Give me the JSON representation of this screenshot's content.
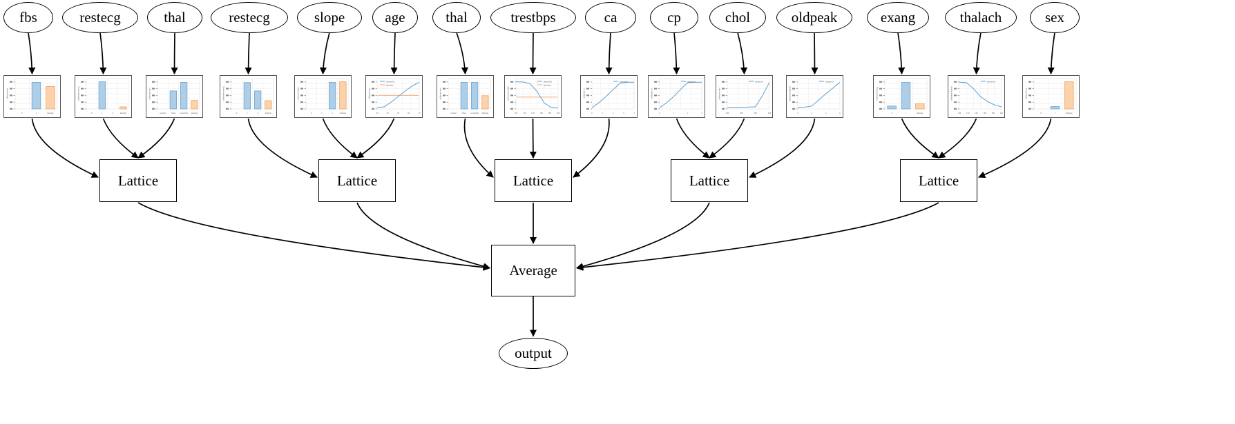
{
  "diagram": {
    "type": "calibrated-lattice-model-graph",
    "output_node": "output",
    "aggregate_node": "Average",
    "lattice_label": "Lattice",
    "lattice_count": 5,
    "legend_labels": {
      "observed": "observed",
      "missing": "missing"
    },
    "calibrator_y_axis_prefix": "calibrated",
    "features": [
      {
        "label": "fbs",
        "calibrator": {
          "kind": "bar",
          "ylabel": "calibrated fbs",
          "xticks": [
            "0",
            "1",
            "missing"
          ],
          "values": [
            0.0,
            0.93,
            0.78
          ],
          "colors": [
            "#9ec3e0",
            "#9ec3e0",
            "#f7c396"
          ]
        }
      },
      {
        "label": "restecg",
        "calibrator": {
          "kind": "bar",
          "ylabel": "calibrated restecg",
          "xticks": [
            "0",
            "1",
            "2",
            "missing"
          ],
          "values": [
            0.0,
            0.95,
            0.0,
            0.05
          ],
          "colors": [
            "#9ec3e0",
            "#9ec3e0",
            "#9ec3e0",
            "#f7c396"
          ]
        }
      },
      {
        "label": "thal",
        "calibrator": {
          "kind": "bar",
          "ylabel": "calibrated thal",
          "xticks": [
            "normal",
            "fixed",
            "reversible",
            "missing"
          ],
          "values": [
            0.0,
            0.62,
            0.93,
            0.28
          ],
          "colors": [
            "#9ec3e0",
            "#9ec3e0",
            "#9ec3e0",
            "#f7c396"
          ]
        }
      },
      {
        "label": "restecg",
        "calibrator": {
          "kind": "bar",
          "ylabel": "calibrated restecg",
          "xticks": [
            "0",
            "1",
            "2",
            "missing"
          ],
          "values": [
            0.0,
            0.92,
            0.62,
            0.27
          ],
          "colors": [
            "#9ec3e0",
            "#9ec3e0",
            "#9ec3e0",
            "#f7c396"
          ]
        }
      },
      {
        "label": "slope",
        "calibrator": {
          "kind": "bar",
          "ylabel": "calibrated slope",
          "xticks": [
            "0",
            "1",
            "2",
            "missing"
          ],
          "values": [
            0.0,
            0.0,
            0.93,
            0.95
          ],
          "colors": [
            "#9ec3e0",
            "#9ec3e0",
            "#9ec3e0",
            "#f7c396"
          ]
        }
      },
      {
        "label": "age",
        "calibrator": {
          "kind": "line",
          "ylabel": "calibrated age",
          "legend": [
            "observed",
            "missing"
          ],
          "xticks": [
            "30",
            "40",
            "50",
            "60",
            "70"
          ],
          "observed": [
            0.02,
            0.05,
            0.22,
            0.42,
            0.62,
            0.8,
            0.93
          ],
          "missing_level": 0.46
        }
      },
      {
        "label": "thal",
        "calibrator": {
          "kind": "bar",
          "ylabel": "calibrated thal",
          "xticks": [
            "normal",
            "fixed",
            "reversible",
            "missing"
          ],
          "values": [
            0.0,
            0.93,
            0.93,
            0.45
          ],
          "colors": [
            "#9ec3e0",
            "#9ec3e0",
            "#9ec3e0",
            "#f7c396"
          ]
        }
      },
      {
        "label": "trestbps",
        "calibrator": {
          "kind": "line",
          "ylabel": "calibrated trestbps",
          "legend": [
            "observed",
            "missing"
          ],
          "xticks": [
            "100",
            "120",
            "140",
            "160",
            "180",
            "200"
          ],
          "observed": [
            0.95,
            0.94,
            0.88,
            0.6,
            0.2,
            0.03,
            0.02
          ],
          "missing_level": 0.4
        }
      },
      {
        "label": "ca",
        "calibrator": {
          "kind": "line",
          "ylabel": "calibrated ca",
          "legend": [
            "observed"
          ],
          "xticks": [
            "0",
            "1",
            "2",
            "3",
            "4"
          ],
          "observed": [
            0.02,
            0.2,
            0.42,
            0.66,
            0.9,
            0.93,
            0.93
          ]
        }
      },
      {
        "label": "cp",
        "calibrator": {
          "kind": "line",
          "ylabel": "calibrated cp",
          "legend": [
            "observed"
          ],
          "xticks": [
            "0",
            "1",
            "2",
            "3"
          ],
          "observed": [
            0.02,
            0.2,
            0.42,
            0.68,
            0.92,
            0.93,
            0.93
          ]
        }
      },
      {
        "label": "chol",
        "calibrator": {
          "kind": "line",
          "ylabel": "calibrated chol",
          "legend": [
            "observed"
          ],
          "xticks": [
            "200",
            "300",
            "400",
            "500"
          ],
          "observed": [
            0.03,
            0.03,
            0.03,
            0.04,
            0.05,
            0.45,
            0.93
          ]
        }
      },
      {
        "label": "oldpeak",
        "calibrator": {
          "kind": "line",
          "ylabel": "calibrated oldpeak",
          "legend": [
            "observed"
          ],
          "xticks": [
            "0",
            "2",
            "4",
            "6"
          ],
          "observed": [
            0.03,
            0.04,
            0.08,
            0.3,
            0.52,
            0.72,
            0.93
          ]
        }
      },
      {
        "label": "exang",
        "calibrator": {
          "kind": "bar",
          "ylabel": "calibrated exang",
          "xticks": [
            "0",
            "1",
            "missing"
          ],
          "values": [
            0.08,
            0.93,
            0.16
          ],
          "colors": [
            "#9ec3e0",
            "#9ec3e0",
            "#f7c396"
          ]
        }
      },
      {
        "label": "thalach",
        "calibrator": {
          "kind": "line",
          "ylabel": "calibrated thalach",
          "legend": [
            "observed"
          ],
          "xticks": [
            "100",
            "120",
            "140",
            "160",
            "180",
            "200"
          ],
          "observed": [
            0.93,
            0.92,
            0.7,
            0.42,
            0.24,
            0.12,
            0.05
          ]
        }
      },
      {
        "label": "sex",
        "calibrator": {
          "kind": "bar",
          "ylabel": "calibrated sex",
          "xticks": [
            "0",
            "1",
            "missing"
          ],
          "values": [
            0.0,
            0.06,
            0.95
          ],
          "colors": [
            "#9ec3e0",
            "#9ec3e0",
            "#f7c396"
          ]
        }
      }
    ],
    "groups": [
      {
        "lattice_index": 0,
        "feature_indices": [
          0,
          1,
          2
        ]
      },
      {
        "lattice_index": 1,
        "feature_indices": [
          3,
          4,
          5
        ]
      },
      {
        "lattice_index": 2,
        "feature_indices": [
          6,
          7,
          8
        ]
      },
      {
        "lattice_index": 3,
        "feature_indices": [
          9,
          10,
          11
        ]
      },
      {
        "lattice_index": 4,
        "feature_indices": [
          12,
          13,
          14
        ]
      }
    ]
  },
  "colors": {
    "observed_line": "#6aa6d4",
    "missing_line": "#f5b183",
    "bar_observed_fill": "#aecde6",
    "bar_observed_edge": "#6aa6d4",
    "bar_missing_fill": "#fbd2aa",
    "bar_missing_edge": "#f0a15c",
    "node_stroke": "#000000",
    "edge_stroke": "#000000",
    "plot_border": "#555555",
    "grid": "#eaeaea"
  }
}
